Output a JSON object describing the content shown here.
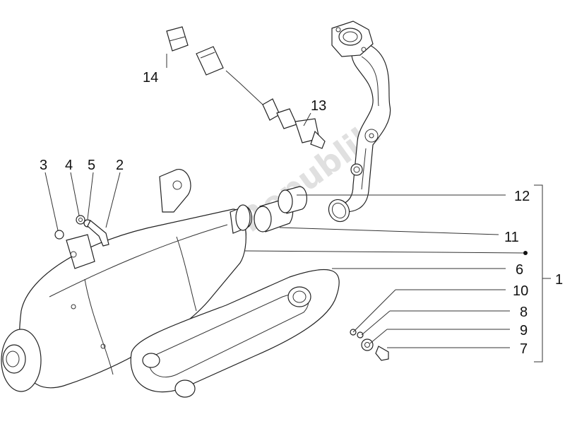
{
  "watermark": "PartsRepublik",
  "callouts": [
    {
      "id": "14",
      "label": "14"
    },
    {
      "id": "13",
      "label": "13"
    },
    {
      "id": "3",
      "label": "3"
    },
    {
      "id": "4",
      "label": "4"
    },
    {
      "id": "5",
      "label": "5"
    },
    {
      "id": "2",
      "label": "2"
    },
    {
      "id": "12",
      "label": "12"
    },
    {
      "id": "11",
      "label": "11"
    },
    {
      "id": "6",
      "label": "6"
    },
    {
      "id": "10",
      "label": "10"
    },
    {
      "id": "8",
      "label": "8"
    },
    {
      "id": "9",
      "label": "9"
    },
    {
      "id": "7",
      "label": "7"
    },
    {
      "id": "1",
      "label": "1"
    }
  ]
}
